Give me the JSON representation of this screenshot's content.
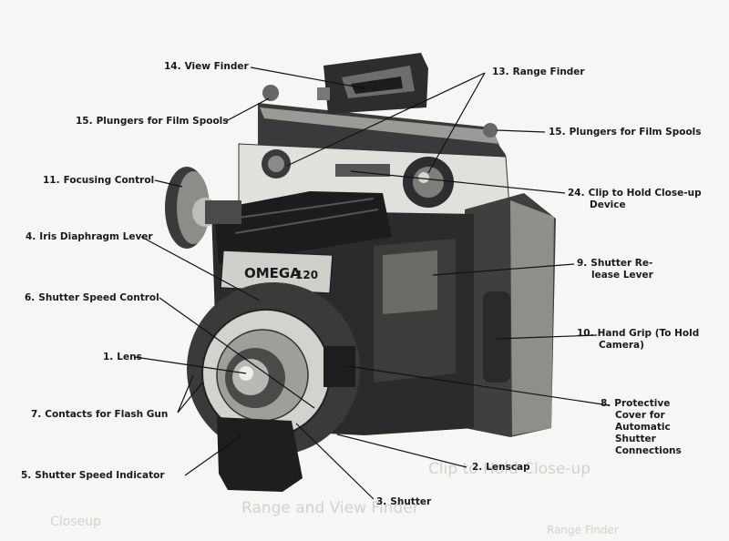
{
  "labels": [
    {
      "id": "l14",
      "num": "14.",
      "text": "View Finder"
    },
    {
      "id": "l13",
      "num": "13.",
      "text": "Range Finder"
    },
    {
      "id": "l15a",
      "num": "15.",
      "text": "Plungers for Film Spools"
    },
    {
      "id": "l15b",
      "num": "15.",
      "text": "Plungers for Film Spools"
    },
    {
      "id": "l11",
      "num": "11.",
      "text": "Focusing Control"
    },
    {
      "id": "l24",
      "num": "24.",
      "text": "Clip to Hold Close-up",
      "text2": "Device"
    },
    {
      "id": "l4",
      "num": "4.",
      "text": "Iris Diaphragm Lever"
    },
    {
      "id": "l9",
      "num": "9.",
      "text": "Shutter Re-",
      "text2": "lease Lever"
    },
    {
      "id": "l6",
      "num": "6.",
      "text": "Shutter Speed Control"
    },
    {
      "id": "l10",
      "num": "10.",
      "text": "Hand Grip (To Hold",
      "text2": "Camera)"
    },
    {
      "id": "l1",
      "num": "1.",
      "text": "Lens"
    },
    {
      "id": "l7",
      "num": "7.",
      "text": "Contacts for Flash Gun"
    },
    {
      "id": "l8",
      "num": "8.",
      "text": "Protective",
      "text2": "Cover for",
      "text3": "Automatic",
      "text4": "Shutter",
      "text5": "Connections"
    },
    {
      "id": "l2",
      "num": "2.",
      "text": "Lenscap"
    },
    {
      "id": "l5",
      "num": "5.",
      "text": "Shutter Speed Indicator"
    },
    {
      "id": "l3",
      "num": "3.",
      "text": "Shutter"
    }
  ],
  "nameplate": {
    "brand": "OMEGA",
    "model": "120"
  },
  "bleed_through": [
    "Clip to Hold Close-up",
    "Range and View Finder",
    "Range Finder",
    "Closeup"
  ],
  "colors": {
    "ink": "#1a1a1a",
    "paper": "#f6f6f4",
    "body": "#2b2b2b",
    "metal": "#b9b9b5"
  }
}
